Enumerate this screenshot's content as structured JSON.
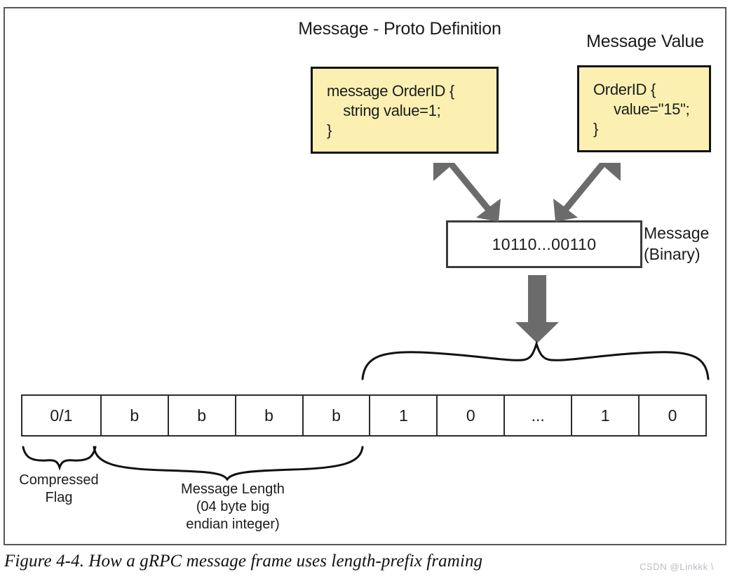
{
  "figure": {
    "caption": "Figure 4-4. How a gRPC message frame uses length-prefix framing",
    "watermark": "CSDN @Linkkk \\"
  },
  "headers": {
    "proto": "Message - Proto\nDefinition",
    "value": "Message Value"
  },
  "notes": {
    "proto_definition": "message OrderID {\n    string value=1;\n}",
    "message_value": "OrderID {\n     value=\"15\";\n}"
  },
  "binary": {
    "bits": "10110...00110",
    "label": "Message\n(Binary)"
  },
  "frame": {
    "cells": [
      {
        "text": "0/1",
        "name": "cell-compressed-flag"
      },
      {
        "text": "b",
        "name": "cell-length-byte-1"
      },
      {
        "text": "b",
        "name": "cell-length-byte-2"
      },
      {
        "text": "b",
        "name": "cell-length-byte-3"
      },
      {
        "text": "b",
        "name": "cell-length-byte-4"
      },
      {
        "text": "1",
        "name": "cell-payload-bit-1"
      },
      {
        "text": "0",
        "name": "cell-payload-bit-2"
      },
      {
        "text": "...",
        "name": "cell-payload-ellipsis"
      },
      {
        "text": "1",
        "name": "cell-payload-bit-3"
      },
      {
        "text": "0",
        "name": "cell-payload-bit-4"
      }
    ]
  },
  "annotations": {
    "compressed_flag": "Compressed\nFlag",
    "message_length": "Message Length\n(04 byte big\nendian integer)"
  },
  "colors": {
    "note_fill": "#fbf0b2",
    "note_fold": "#f6dc72",
    "note_border": "#121212",
    "arrow_gray": "#6b6b6b",
    "frame_border": "#58585a",
    "cell_border": "#2c2c2c",
    "watermark": "#b9bdc4"
  }
}
